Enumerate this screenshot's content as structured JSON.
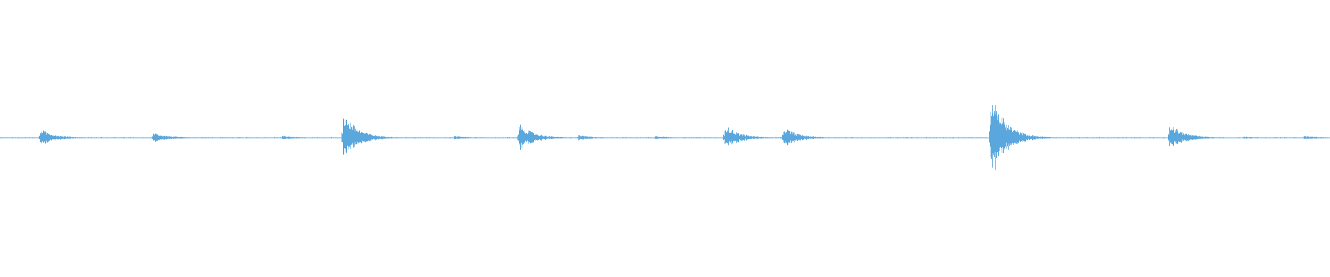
{
  "waveform": {
    "color": "#5aa7dd",
    "background": "#ffffff",
    "transients": [
      {
        "time": 0.03,
        "amplitude": 0.13
      },
      {
        "time": 0.115,
        "amplitude": 0.08
      },
      {
        "time": 0.212,
        "amplitude": 0.03
      },
      {
        "time": 0.258,
        "amplitude": 0.38
      },
      {
        "time": 0.341,
        "amplitude": 0.03
      },
      {
        "time": 0.39,
        "amplitude": 0.21
      },
      {
        "time": 0.435,
        "amplitude": 0.04
      },
      {
        "time": 0.492,
        "amplitude": 0.03
      },
      {
        "time": 0.545,
        "amplitude": 0.19
      },
      {
        "time": 0.589,
        "amplitude": 0.16
      },
      {
        "time": 0.745,
        "amplitude": 0.67
      },
      {
        "time": 0.879,
        "amplitude": 0.21
      },
      {
        "time": 0.935,
        "amplitude": 0.02
      },
      {
        "time": 0.98,
        "amplitude": 0.03
      }
    ],
    "noise_floor": 0.01,
    "decay": 0.012
  }
}
